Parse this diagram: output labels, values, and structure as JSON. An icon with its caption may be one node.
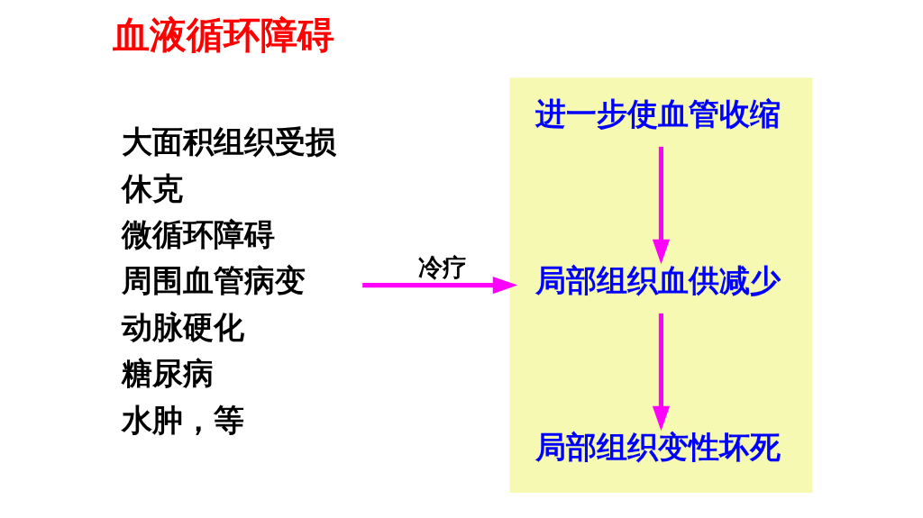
{
  "diagram": {
    "title": "血液循环障碍",
    "nodes": [
      {
        "text": [
          "大面积组织受损",
          "休克",
          "微循环障碍",
          "周围血管病变",
          "动脉硬化",
          "糖尿病",
          "水肿，等"
        ]
      },
      {
        "text": [],
        "shape": "box"
      },
      {
        "text": [
          "进一步使血管收缩"
        ],
        "in": 1
      },
      {
        "text": [
          "局部组织血供减少"
        ],
        "in": 1
      },
      {
        "text": [
          "局部组织变性坏死"
        ],
        "in": 1
      }
    ],
    "edges": [
      {
        "from": 0,
        "to": 1,
        "arrow": "to",
        "label": "冷疗"
      },
      {
        "from": 2,
        "to": 3,
        "arrow": "to"
      },
      {
        "from": 3,
        "to": 4,
        "arrow": "to"
      }
    ]
  }
}
